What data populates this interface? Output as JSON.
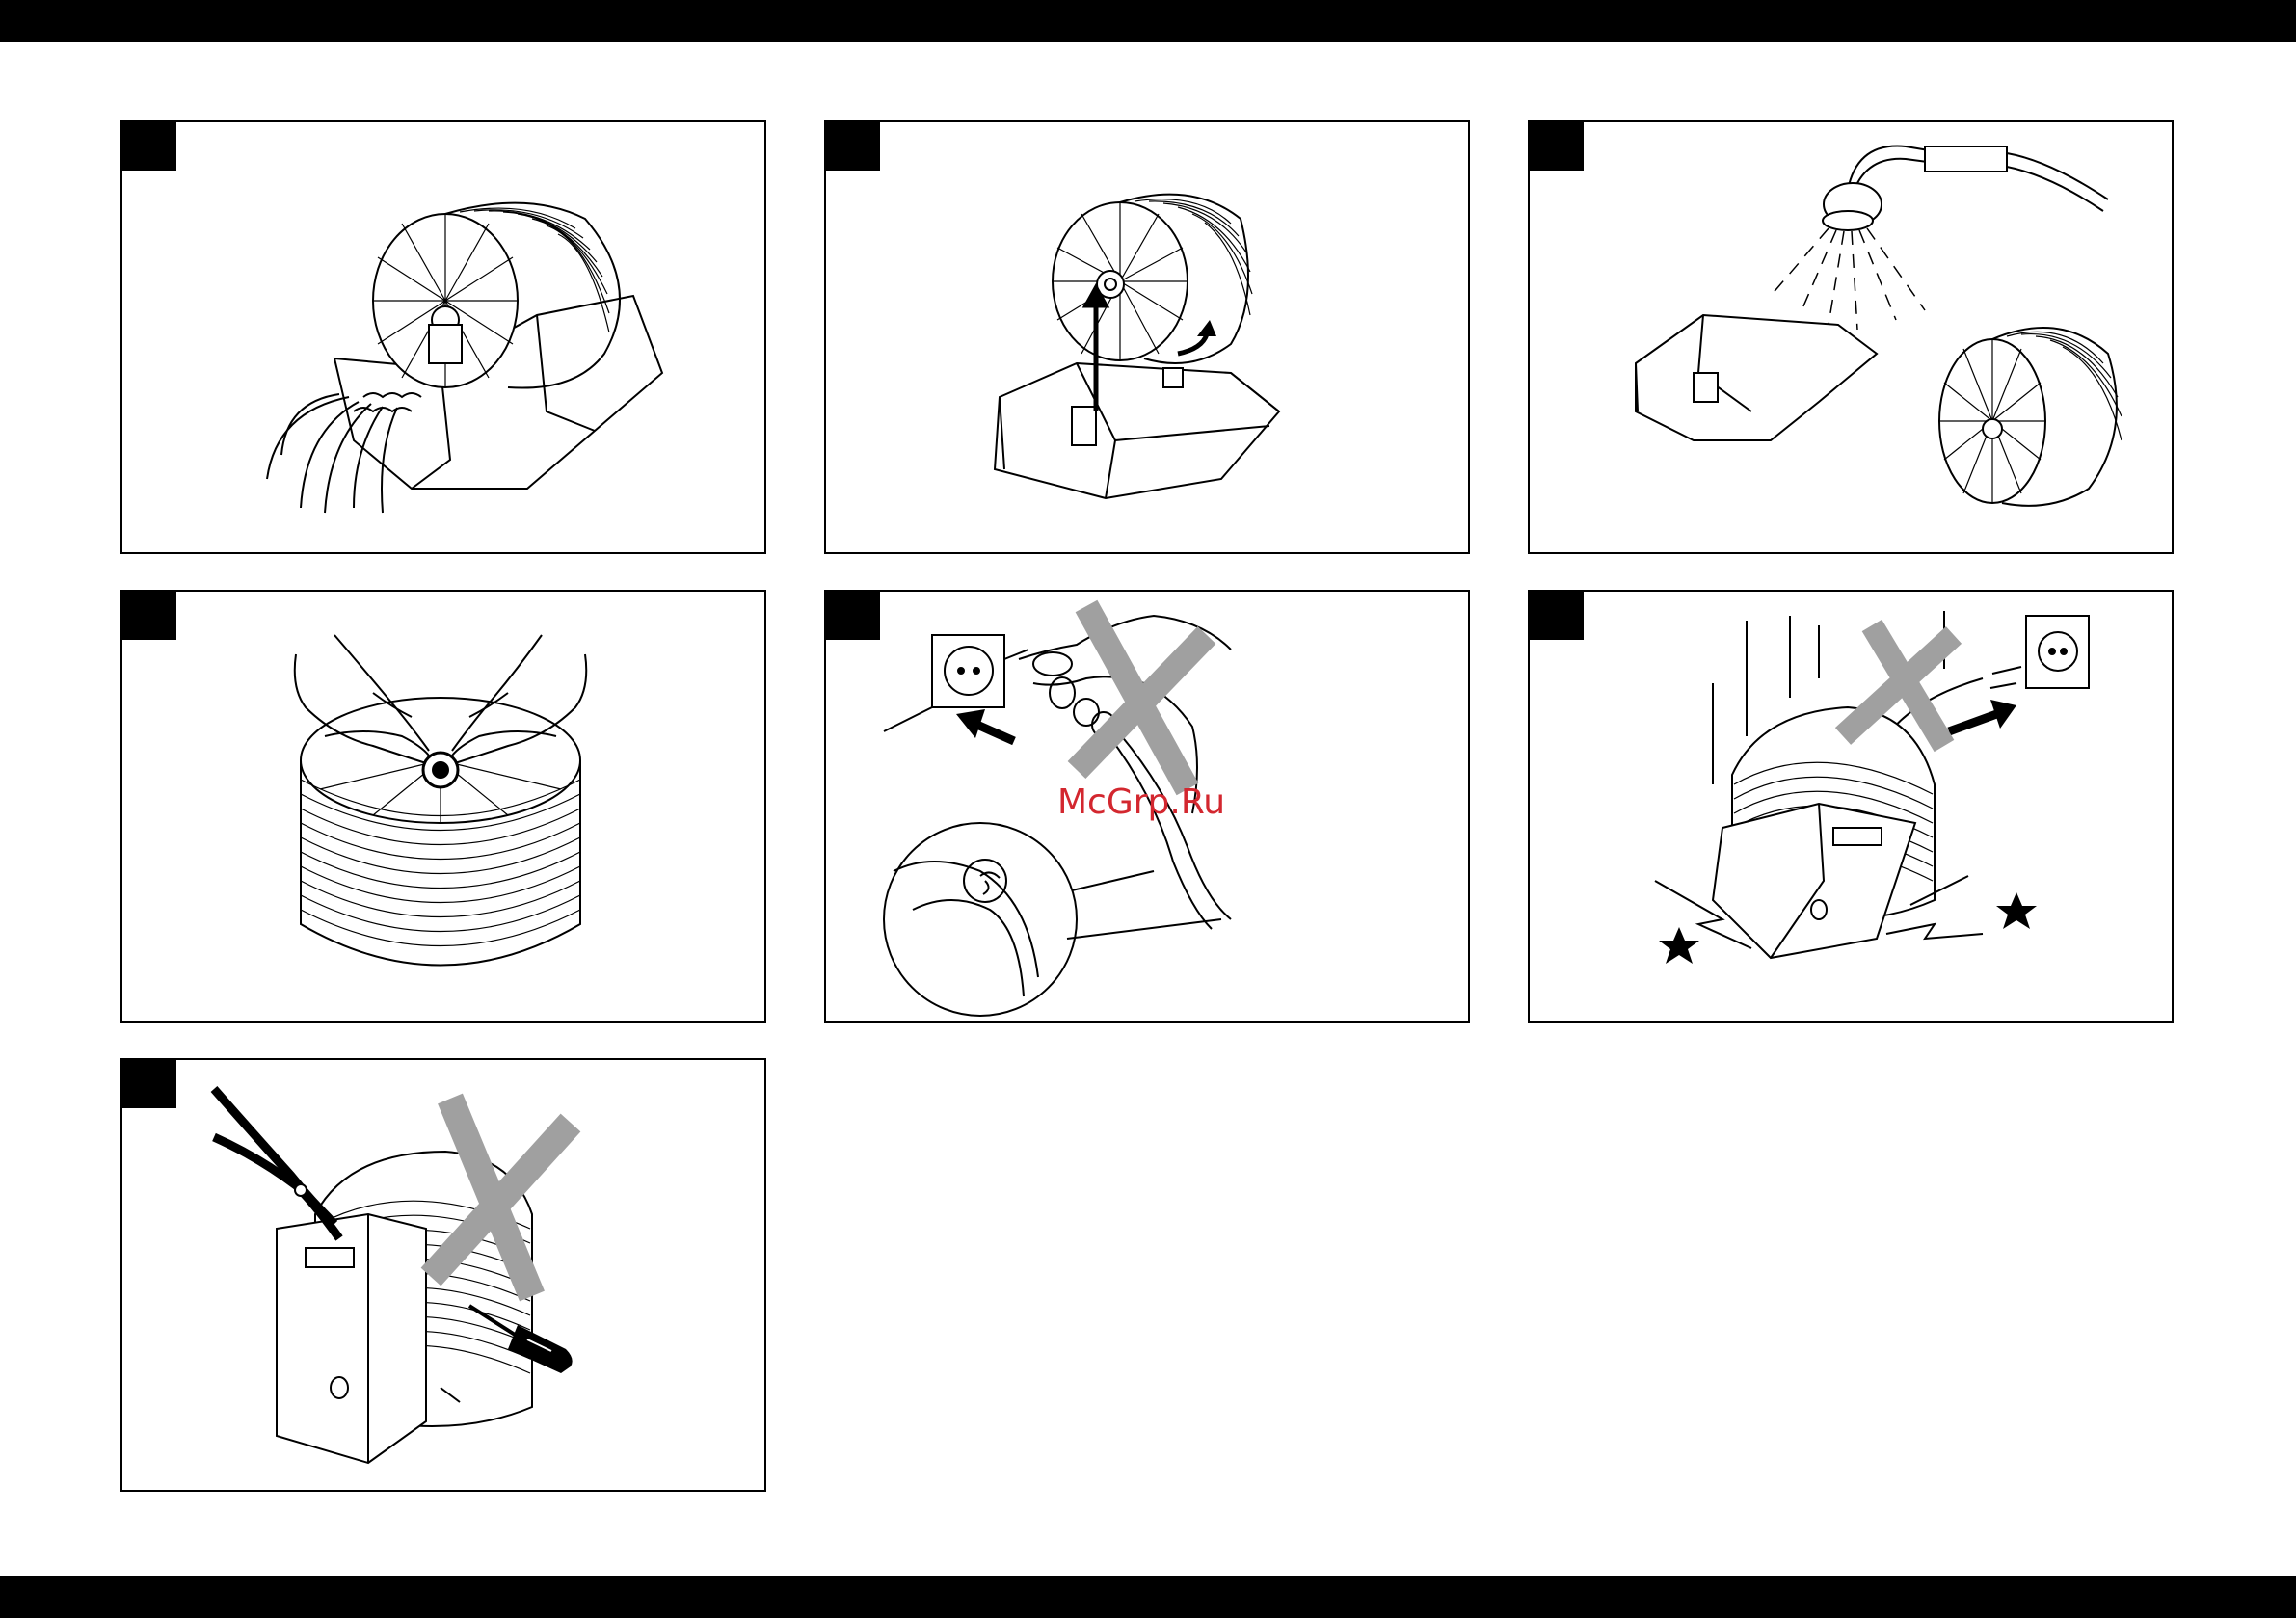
{
  "page": {
    "background": "#ffffff",
    "bar_color": "#000000"
  },
  "watermark": {
    "text": "McGrp.Ru",
    "color": "#d3272f"
  },
  "panels": [
    {
      "id": "panel-1",
      "depicts": "pour-water-out-of-base"
    },
    {
      "id": "panel-2",
      "depicts": "lift-disc-stack-out-of-base"
    },
    {
      "id": "panel-3",
      "depicts": "rinse-base-and-discs-with-shower"
    },
    {
      "id": "panel-4",
      "depicts": "remove-disc-stack-center-nut"
    },
    {
      "id": "panel-5",
      "depicts": "do-not-pull-cord-crossed-out"
    },
    {
      "id": "panel-6",
      "depicts": "do-not-drop-device-crossed-out"
    },
    {
      "id": "panel-7",
      "depicts": "do-not-open-with-tools-crossed-out"
    }
  ],
  "icons": {
    "cross": "gray-x-prohibition-icon",
    "star": "impact-star-icon",
    "arrow": "direction-arrow-icon"
  },
  "colors": {
    "prohibition_cross": "#a0a0a0",
    "line_art": "#000000"
  }
}
